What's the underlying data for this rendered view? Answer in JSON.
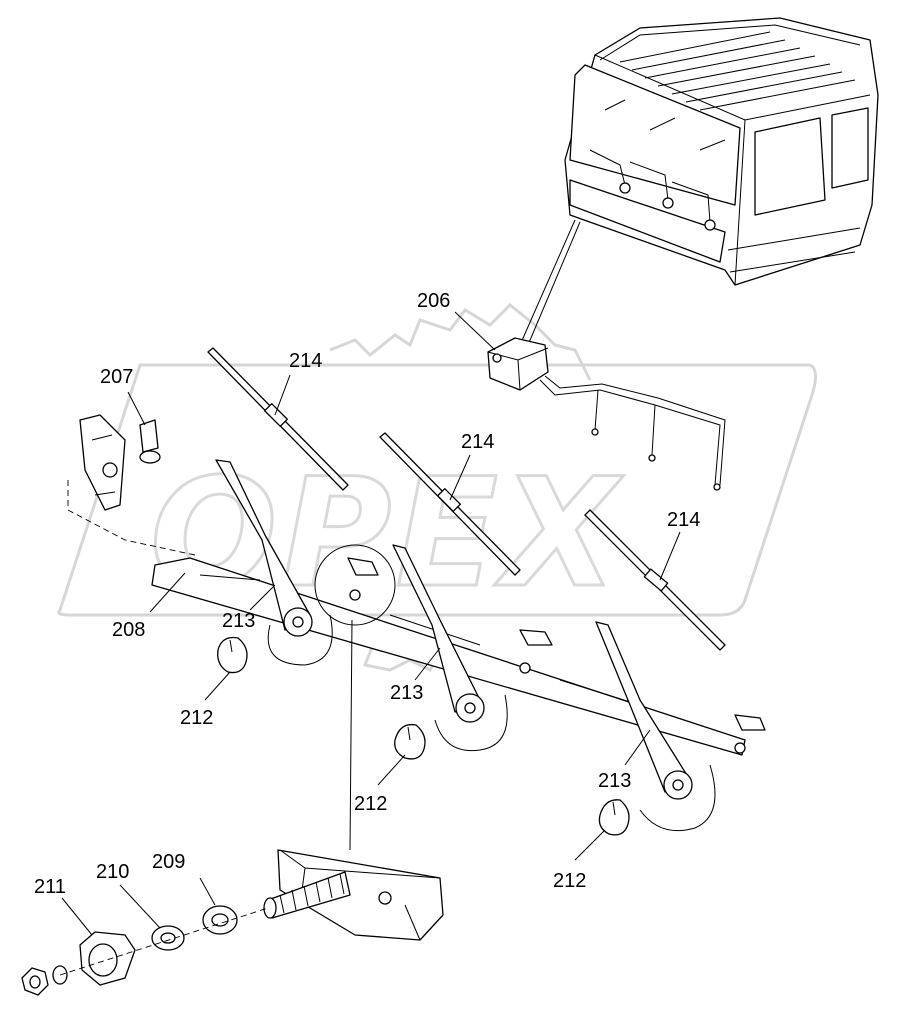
{
  "diagram": {
    "watermark_text": "OPEX",
    "callouts": [
      {
        "id": "c206",
        "text": "206"
      },
      {
        "id": "c207",
        "text": "207"
      },
      {
        "id": "c208",
        "text": "208"
      },
      {
        "id": "c209",
        "text": "209"
      },
      {
        "id": "c210",
        "text": "210"
      },
      {
        "id": "c211",
        "text": "211"
      },
      {
        "id": "c212a",
        "text": "212"
      },
      {
        "id": "c212b",
        "text": "212"
      },
      {
        "id": "c212c",
        "text": "212"
      },
      {
        "id": "c213a",
        "text": "213"
      },
      {
        "id": "c213b",
        "text": "213"
      },
      {
        "id": "c213c",
        "text": "213"
      },
      {
        "id": "c214a",
        "text": "214"
      },
      {
        "id": "c214b",
        "text": "214"
      },
      {
        "id": "c214c",
        "text": "214"
      }
    ]
  }
}
